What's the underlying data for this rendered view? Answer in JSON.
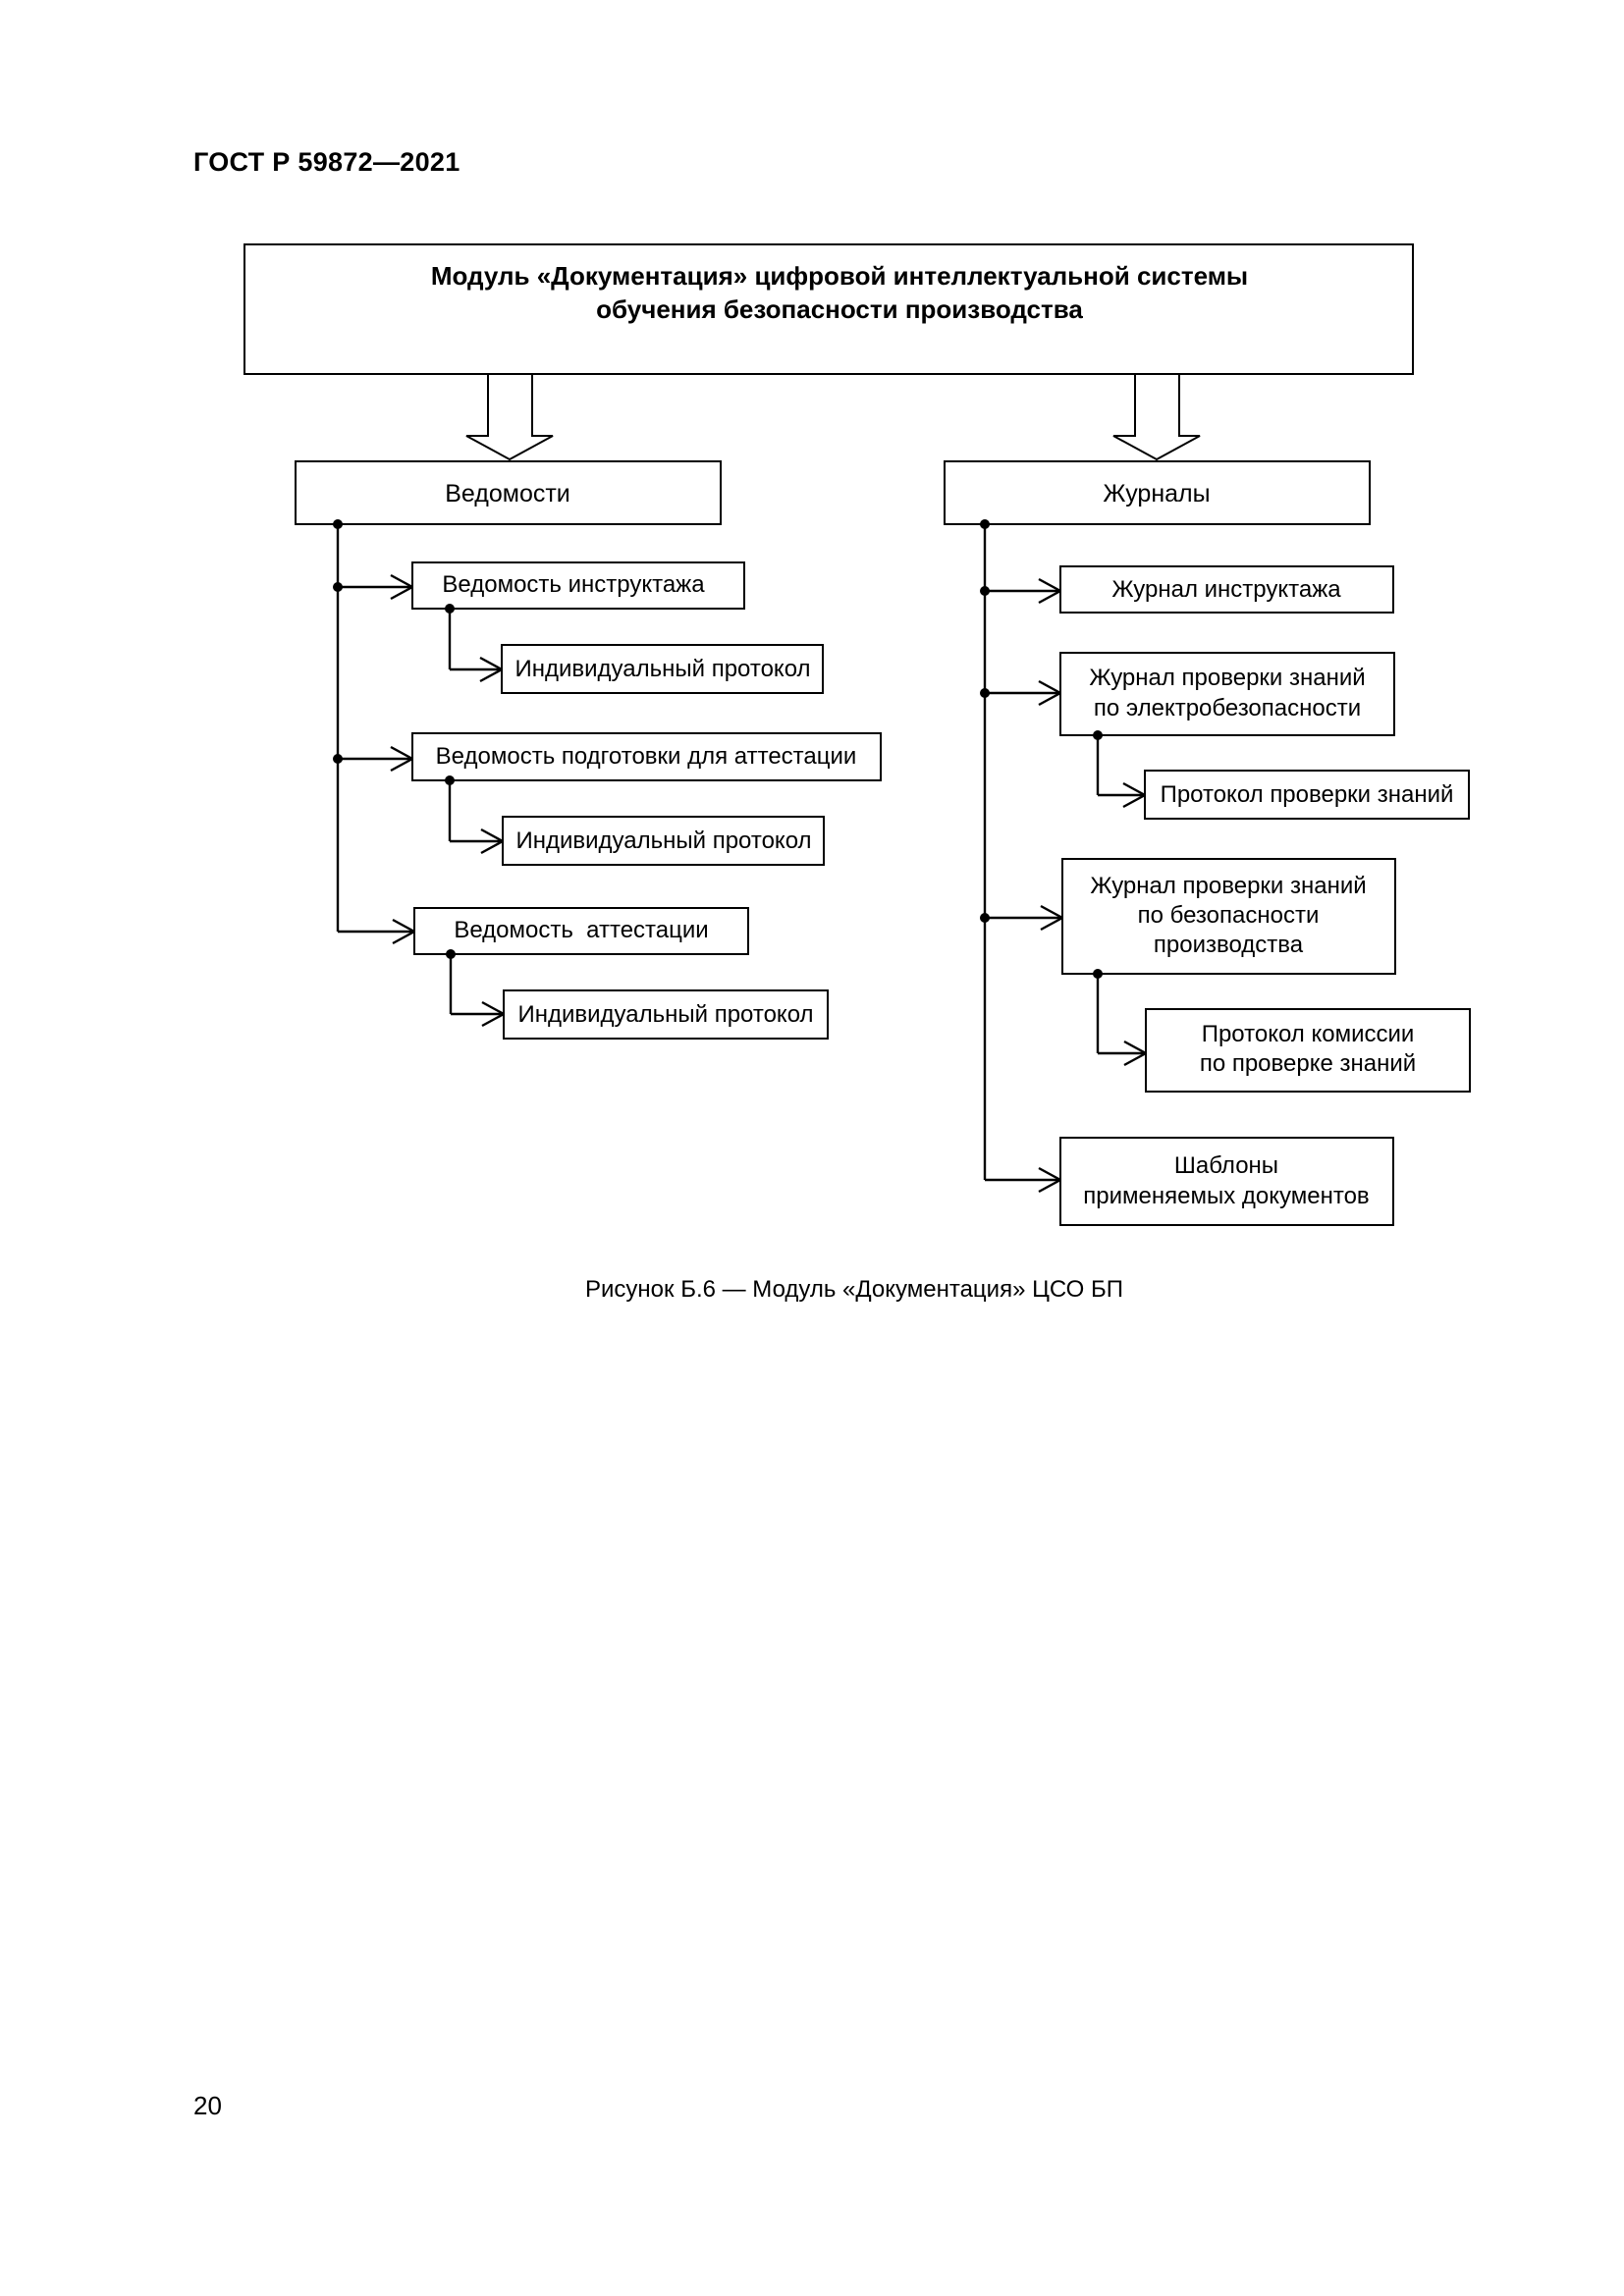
{
  "header": {
    "standard": "ГОСТ Р 59872—2021"
  },
  "diagram": {
    "root": {
      "lines": [
        "Модуль «Документация» цифровой интеллектуальной системы",
        "обучения безопасности производства"
      ]
    },
    "left": {
      "title": "Ведомости",
      "items": [
        {
          "label": [
            "Ведомость инструктажа"
          ],
          "child": [
            "Индивидуальный протокол"
          ]
        },
        {
          "label": [
            "Ведомость подготовки для аттестации"
          ],
          "child": [
            "Индивидуальный протокол"
          ]
        },
        {
          "label": [
            "Ведомость  аттестации"
          ],
          "child": [
            "Индивидуальный протокол"
          ]
        }
      ]
    },
    "right": {
      "title": "Журналы",
      "items": [
        {
          "label": [
            "Журнал инструктажа"
          ]
        },
        {
          "label": [
            "Журнал проверки знаний",
            "по электробезопасности"
          ],
          "child": [
            "Протокол проверки знаний"
          ]
        },
        {
          "label": [
            "Журнал проверки знаний",
            "по безопасности",
            "производства"
          ],
          "child": [
            "Протокол комиссии",
            "по проверке знаний"
          ]
        },
        {
          "label": [
            "Шаблоны",
            "применяемых документов"
          ]
        }
      ]
    }
  },
  "caption": "Рисунок Б.6 — Модуль «Документация» ЦСО БП",
  "page_number": "20"
}
